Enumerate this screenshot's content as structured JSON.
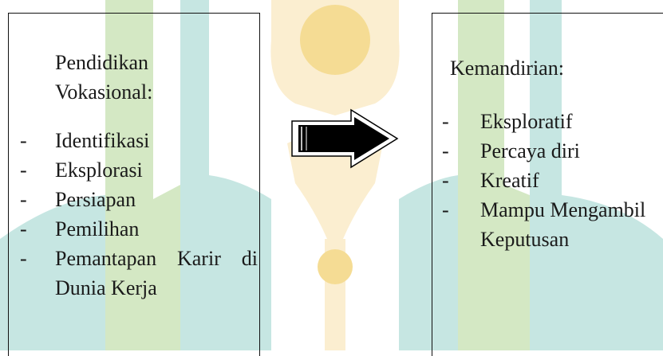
{
  "left_box": {
    "heading": "Pendidikan Vokasional:",
    "items": [
      {
        "dash": "-",
        "text": "Identifikasi"
      },
      {
        "dash": "-",
        "text": "Eksplorasi"
      },
      {
        "dash": "-",
        "text": "Persiapan"
      },
      {
        "dash": "-",
        "text": "Pemilihan"
      },
      {
        "dash": "-",
        "text": "Pemantapan Karir di Dunia Kerja"
      }
    ]
  },
  "right_box": {
    "heading": "Kemandirian:",
    "items": [
      {
        "dash": "-",
        "text": "Eksploratif"
      },
      {
        "dash": "-",
        "text": "Percaya diri"
      },
      {
        "dash": "-",
        "text": "Kreatif"
      },
      {
        "dash": "-",
        "text": "Mampu Mengambil Keputusan"
      }
    ]
  },
  "arrow": {
    "icon": "right-arrow-icon",
    "color": "#000000"
  },
  "colors": {
    "watermark_green": "#d4e8c4",
    "watermark_teal": "#c6e6e2",
    "watermark_yellow": "#fbeed0"
  }
}
